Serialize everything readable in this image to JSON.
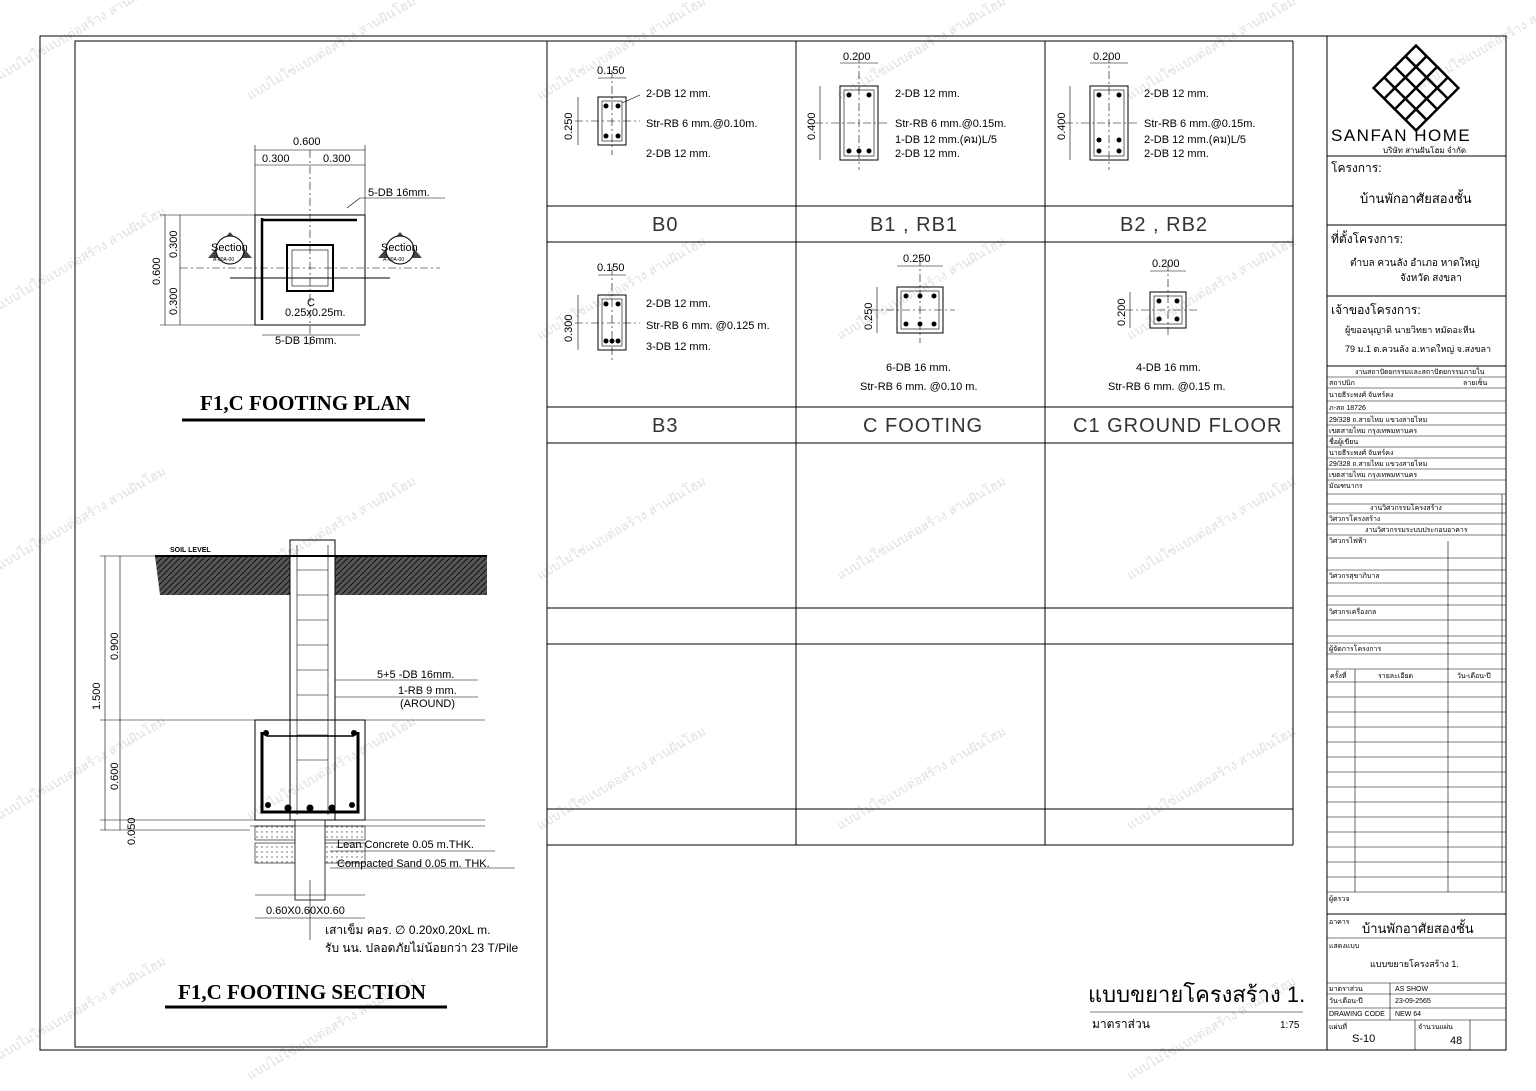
{
  "company": {
    "name": "SANFAN HOME",
    "sub": "บริษัท สานฝันโฮม จำกัด"
  },
  "watermark": "แบบไม่ใช่แบบต่อสร้าง สานฝันโฮม",
  "plan": {
    "title": "F1,C  FOOTING PLAN",
    "dim_total": "0.600",
    "dim_half1": "0.300",
    "dim_half2": "0.300",
    "dim_v_total": "0.600",
    "dim_v1": "0.300",
    "dim_v2": "0.300",
    "rebar_top": "5-DB 16mm.",
    "rebar_bottom": "5-DB 16mm.",
    "col_label": "C",
    "col_size": "0.25x0.25m.",
    "section_tag": "Section",
    "section_ref": "A-00A-00"
  },
  "section": {
    "title": "F1,C  FOOTING SECTION",
    "soil": "SOIL LEVEL",
    "d_total": "1.500",
    "d_upper": "0.900",
    "d_footing": "0.600",
    "d_lean": "0.050",
    "rebar_main": "5+5 -DB 16mm.",
    "rebar_tie": "1-RB 9 mm.",
    "rebar_tie_note": "(AROUND)",
    "lean": "Lean Concrete 0.05 m.THK.",
    "sand": "Compacted Sand 0.05 m. THK.",
    "size": "0.60X0.60X0.60",
    "pile1": "เสาเข็ม คอร. ∅ 0.20x0.20xL m.",
    "pile2": "รับ นน. ปลอดภัยไม่น้อยกว่า 23 T/Pile"
  },
  "beams": [
    {
      "label": "B0",
      "w": "0.150",
      "h": "0.250",
      "top": "2-DB 12 mm.",
      "str": "Str-RB 6 mm.@0.10m.",
      "extra": "",
      "bot": "2-DB 12 mm."
    },
    {
      "label": "B1 , RB1",
      "w": "0.200",
      "h": "0.400",
      "top": "2-DB 12 mm.",
      "str": "Str-RB 6 mm.@0.15m.",
      "extra": "1-DB 12 mm.(คม)L/5",
      "bot": "2-DB 12 mm."
    },
    {
      "label": "B2 , RB2",
      "w": "0.200",
      "h": "0.400",
      "top": "2-DB 12 mm.",
      "str": "Str-RB 6 mm.@0.15m.",
      "extra": "2-DB 12 mm.(คม)L/5",
      "bot": "2-DB 12 mm."
    },
    {
      "label": "B3",
      "w": "0.150",
      "h": "0.300",
      "top": "2-DB 12 mm.",
      "str": "Str-RB 6 mm. @0.125 m.",
      "extra": "",
      "bot": "3-DB 12 mm."
    }
  ],
  "cols": [
    {
      "label": "C FOOTING",
      "w": "0.250",
      "h": "0.250",
      "main": "6-DB 16 mm.",
      "str": "Str-RB 6 mm. @0.10 m."
    },
    {
      "label": "C1 GROUND FLOOR",
      "w": "0.200",
      "h": "0.200",
      "main": "4-DB 16 mm.",
      "str": "Str-RB 6 mm. @0.15 m."
    }
  ],
  "sheet_title": "แบบขยายโครงสร้าง 1.",
  "scale_label": "มาตราส่วน",
  "scale": "1:75",
  "tb": {
    "project_lbl": "โครงการ:",
    "project": "บ้านพักอาศัยสองชั้น",
    "loc_lbl": "ที่ตั้งโครงการ:",
    "loc1": "ตำบล ควนลัง อำเภอ หาดใหญ่",
    "loc2": "จังหวัด สงขลา",
    "owner_lbl": "เจ้าของโครงการ:",
    "owner1": "ผู้ขออนุญาติ นายวิทยา หมัดอะหีน",
    "owner2": "79 ม.1 ต.ควนลัง อ.หาดใหญ่ จ.สงขลา",
    "org": "งานสถาปัตยกรรมและสถาปัตยกรรมภายใน",
    "architect_lbl": "สถาปนิก",
    "sign_lbl": "ลายเซ็น",
    "arch_name": "นายธีระพงศ์ จันทร์คง",
    "arch_lic": "ภ-สถ 18726",
    "addr1": "29/328 ถ.สายไหม แขวงสายไหม",
    "addr2": "เขตสายไหม กรุงเทพมหานคร",
    "design_lbl": "ชื่อผู้เขียน",
    "design_name": "นายธีระพงศ์ จันทร์คง",
    "deco_lbl": "มัณฑนากร",
    "eng_dept": "งานวิศวกรรมโครงสร้าง",
    "eng_lbl": "วิศวกรโครงสร้าง",
    "sys_dept": "งานวิศวกรรมระบบประกอบอาคาร",
    "elec_lbl": "วิศวกรไฟฟ้า",
    "san_lbl": "วิศวกรสุขาภิบาล",
    "mech_lbl": "วิศวกรเครื่องกล",
    "pm_lbl": "ผู้จัดการโครงการ",
    "rev_no": "ครั้งที่",
    "rev_detail": "รายละเอียด",
    "rev_date": "วัน-เดือน-ปี",
    "check_lbl": "ผู้ตรวจ",
    "bldg_lbl": "อาคาร",
    "bldg": "บ้านพักอาศัยสองชั้น",
    "show_lbl": "แสดงแบบ",
    "show": "แบบขยายโครงสร้าง 1.",
    "scale_lbl": "มาตราส่วน",
    "scale_val": "AS SHOW",
    "date_lbl": "วัน-เดือน-ปี",
    "date_val": "23-09-2565",
    "code_lbl": "DRAWING CODE",
    "code_val": "NEW 64",
    "sheet_lbl": "แผ่นที่",
    "sheet_val": "S-10",
    "total_lbl": "จำนวนแผ่น",
    "total_val": "48"
  }
}
